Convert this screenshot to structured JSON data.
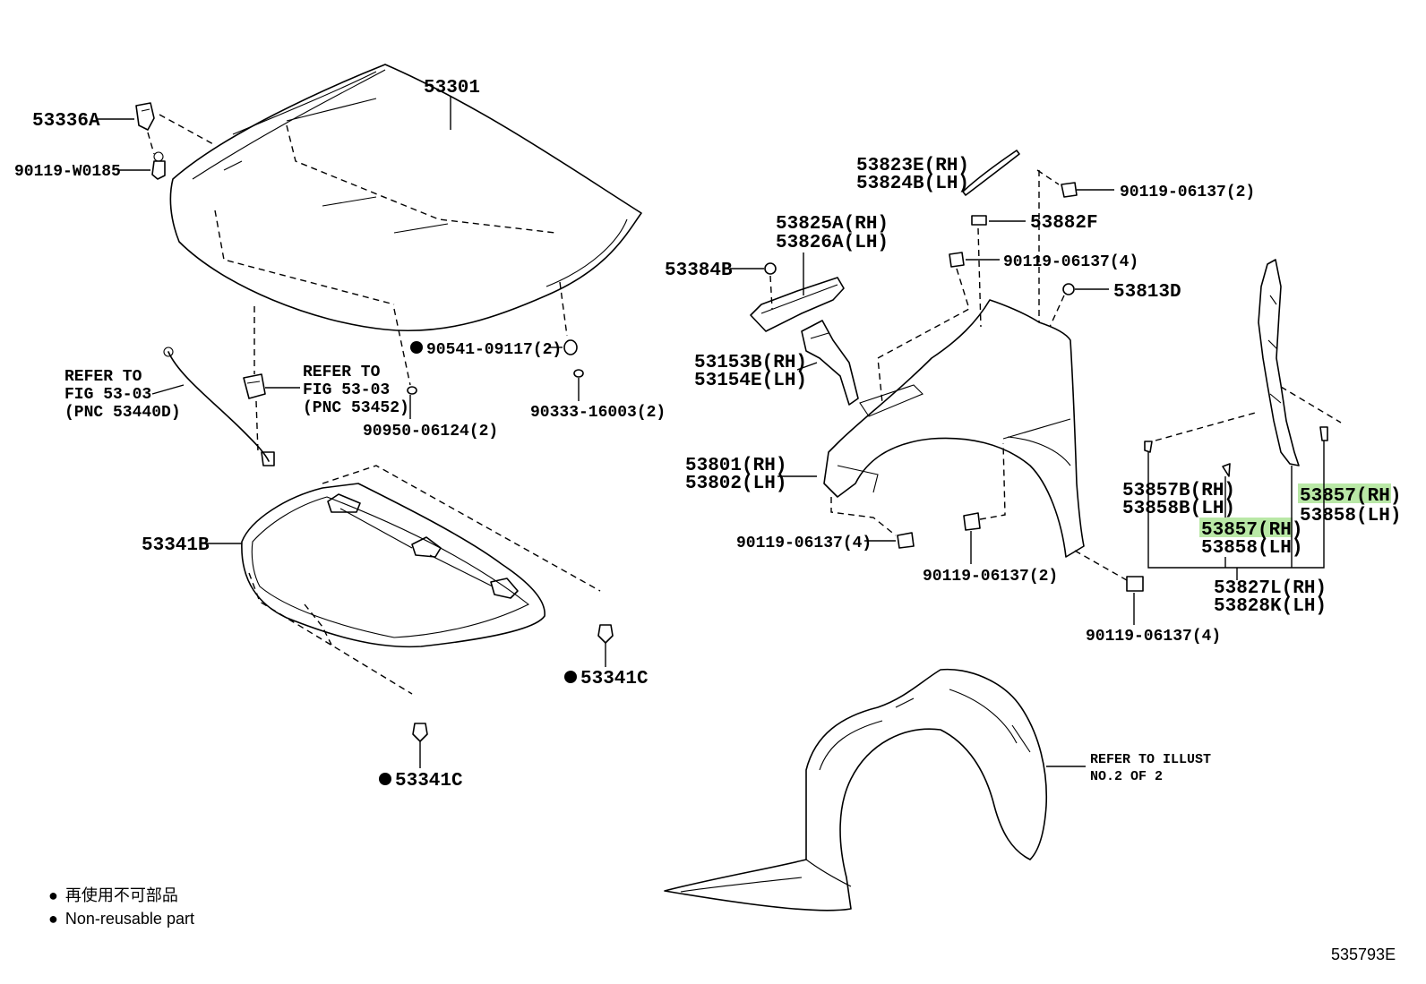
{
  "labels": {
    "hood": "53301",
    "hood_hinge_a": "53336A",
    "bolt_w0185": "90119-W0185",
    "refer_to_1": "REFER TO",
    "fig_1": "FIG 53-03",
    "pnc_1": "(PNC 53440D)",
    "refer_to_2": "REFER TO",
    "fig_2": "FIG 53-03",
    "pnc_2": "(PNC 53452)",
    "clip_09117": "90541-09117(2)",
    "cushion_16003": "90333-16003(2)",
    "cushion_06124": "90950-06124(2)",
    "hood_insulator": "53341B",
    "clip_53341c_a": "53341C",
    "clip_53341c_b": "53341C",
    "seal_rh": "53823E(RH)",
    "seal_lh": "53824B(LH)",
    "bolt_top_2": "90119-06137(2)",
    "bracket_rh": "53825A(RH)",
    "bracket_lh": "53826A(LH)",
    "clip_53384b": "53384B",
    "part_53882f": "53882F",
    "bolt_mid_4": "90119-06137(4)",
    "nut_53813d": "53813D",
    "bracket2_rh": "53153B(RH)",
    "bracket2_lh": "53154E(LH)",
    "fender_rh": "53801(RH)",
    "fender_lh": "53802(LH)",
    "bolt_fender_4": "90119-06137(4)",
    "bolt_fender_2": "90119-06137(2)",
    "seal_b_rh": "53857B(RH)",
    "seal_b_lh": "53858B(LH)",
    "seal_c_rh": "53857(RH)",
    "seal_c_lh": "53858(LH)",
    "seal_d_rh": "53857(RH)",
    "seal_d_lh": "53858(LH)",
    "set_rh": "53827L(RH)",
    "set_lh": "53828K(LH)",
    "bolt_bottom_4": "90119-06137(4)",
    "refer_illust_1": "REFER TO ILLUST",
    "refer_illust_2": "NO.2 OF 2",
    "diagram_code": "535793E"
  },
  "legend": {
    "items": [
      {
        "symbol": "●",
        "text": "再使用不可部品"
      },
      {
        "symbol": "●",
        "text": "Non-reusable part"
      }
    ]
  },
  "highlight_color": "#b9e8a6"
}
